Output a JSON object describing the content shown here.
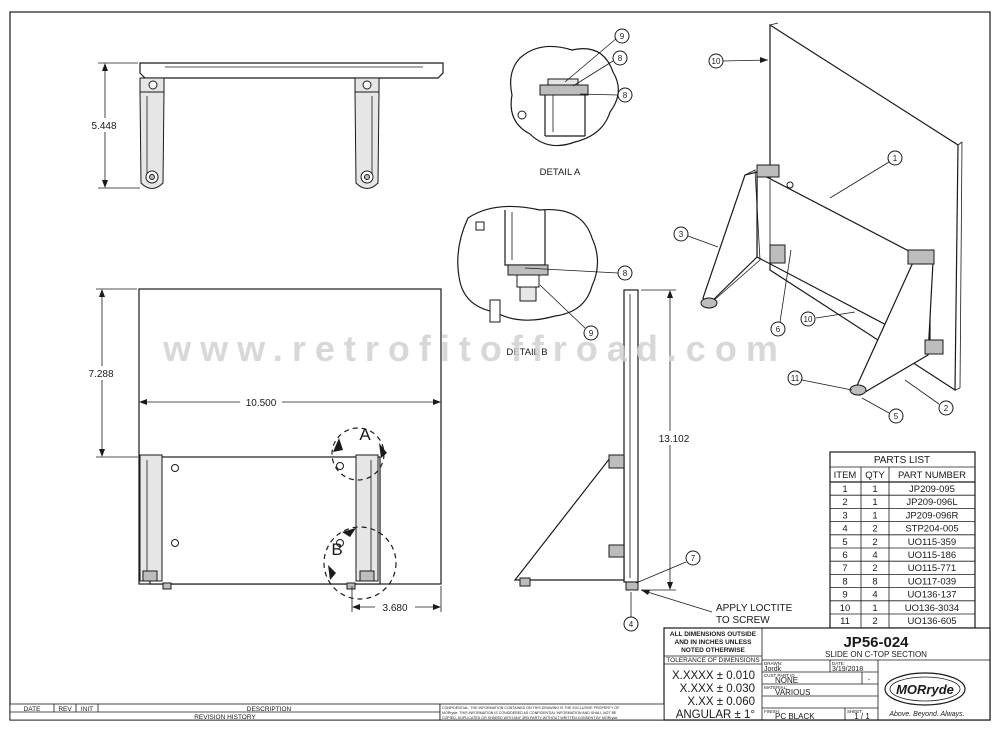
{
  "views": {
    "top_dim": "5.448",
    "front_width_dim": "10.500",
    "front_height_dim": "7.288",
    "front_offset_dim": "3.680",
    "side_height_dim": "13.102",
    "detail_a_marker": "A",
    "detail_b_marker": "B",
    "detail_a_title": "DETAIL  A",
    "detail_b_title": "DETAIL  B",
    "note_line1": "APPLY LOCTITE",
    "note_line2": "TO SCREW"
  },
  "balloons": {
    "da_9": "9",
    "da_8a": "8",
    "da_8b": "8",
    "db_8": "8",
    "db_9": "9",
    "iso_10a": "10",
    "iso_1": "1",
    "iso_3": "3",
    "iso_6": "6",
    "iso_10b": "10",
    "iso_11": "11",
    "iso_5": "5",
    "iso_2": "2",
    "side_7": "7",
    "side_4": "4"
  },
  "watermark": "www.retrofitoffroad.com",
  "parts_list": {
    "title": "PARTS LIST",
    "headers": [
      "ITEM",
      "QTY",
      "PART NUMBER"
    ],
    "rows": [
      [
        "1",
        "1",
        "JP209-095"
      ],
      [
        "2",
        "1",
        "JP209-096L"
      ],
      [
        "3",
        "1",
        "JP209-096R"
      ],
      [
        "4",
        "2",
        "STP204-005"
      ],
      [
        "5",
        "2",
        "UO115-359"
      ],
      [
        "6",
        "4",
        "UO115-186"
      ],
      [
        "7",
        "2",
        "UO115-771"
      ],
      [
        "8",
        "8",
        "UO117-039"
      ],
      [
        "9",
        "4",
        "UO136-137"
      ],
      [
        "10",
        "1",
        "UO136-3034"
      ],
      [
        "11",
        "2",
        "UO136-605"
      ]
    ]
  },
  "title_block": {
    "dims_note_1": "ALL DIMENSIONS OUTSIDE",
    "dims_note_2": "AND IN INCHES UNLESS",
    "dims_note_3": "NOTED OTHERWISE",
    "tolerance_label": "TOLERANCE OF DIMENSIONS",
    "tol_1": "X.XXXX ± 0.010",
    "tol_2": "X.XXX ± 0.030",
    "tol_3": "X.XX ± 0.060",
    "tol_4": "ANGULAR ± 1°",
    "part_number": "JP56-024",
    "description": "SLIDE ON C-TOP SECTION",
    "drawn_label": "DRAWN:",
    "drawn_value": "Jordk",
    "date_label": "DATE:",
    "date_value": "3/19/2018",
    "cust_label": "CUST PART ID",
    "cust_value": "NONE",
    "cust_rev": "-",
    "material_label": "MATERIAL:",
    "material_value": "VARIOUS",
    "finish_label": "FINISH:",
    "finish_value": "PC BLACK",
    "sheet_label": "SHEET:",
    "sheet_value": "1 / 1",
    "logo_text": "MORryde",
    "slogan": "Above. Beyond. Always."
  },
  "revision": {
    "date": "DATE",
    "rev": "REV",
    "init": "INIT",
    "desc": "DESCRIPTION",
    "history": "REVISION HISTORY"
  },
  "confidential": {
    "line1": "CONFIDENTIAL: THE INFORMATION CONTAINED ON THIS DRAWING IS THE EXCLUSIVE PROPERTY OF",
    "line2": "MORryde. THIS INFORMATION IS CONSIDERED AS CONFIDENTIAL INFORMATION AND SHALL NOT BE",
    "line3": "COPIED, DUPLICATED OR SHARED WITH ANY 3RD PARTY WITHOUT WRITTEN CONSENT BY MORryde."
  }
}
